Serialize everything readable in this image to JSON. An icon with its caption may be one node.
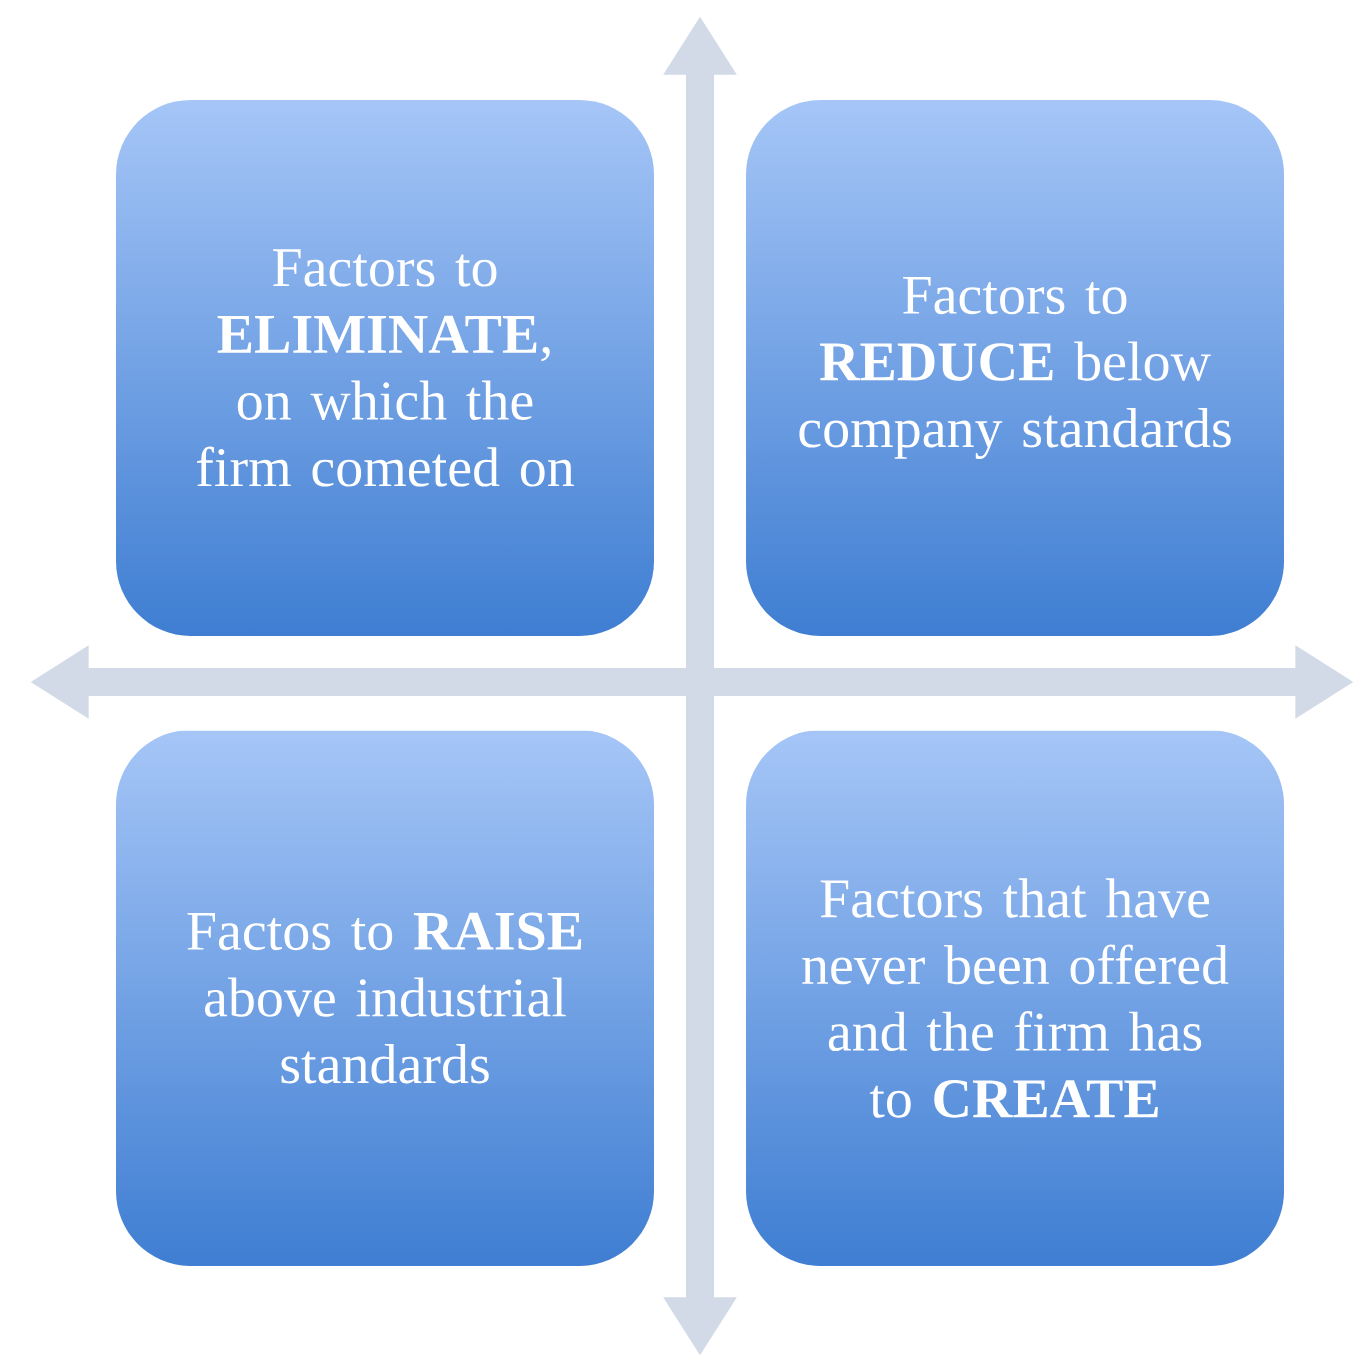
{
  "diagram": {
    "nodes": [
      {
        "text": [
          "Factors to **ELIMINATE**, on which the firm cometed on"
        ]
      },
      {
        "text": [
          "Factors to **REDUCE** below company standards"
        ]
      },
      {
        "text": [
          "Factos to **RAISE** above industrial standards"
        ]
      },
      {
        "text": [
          "Factors that have never been offered and  the firm has to **CREATE**"
        ]
      }
    ]
  }
}
